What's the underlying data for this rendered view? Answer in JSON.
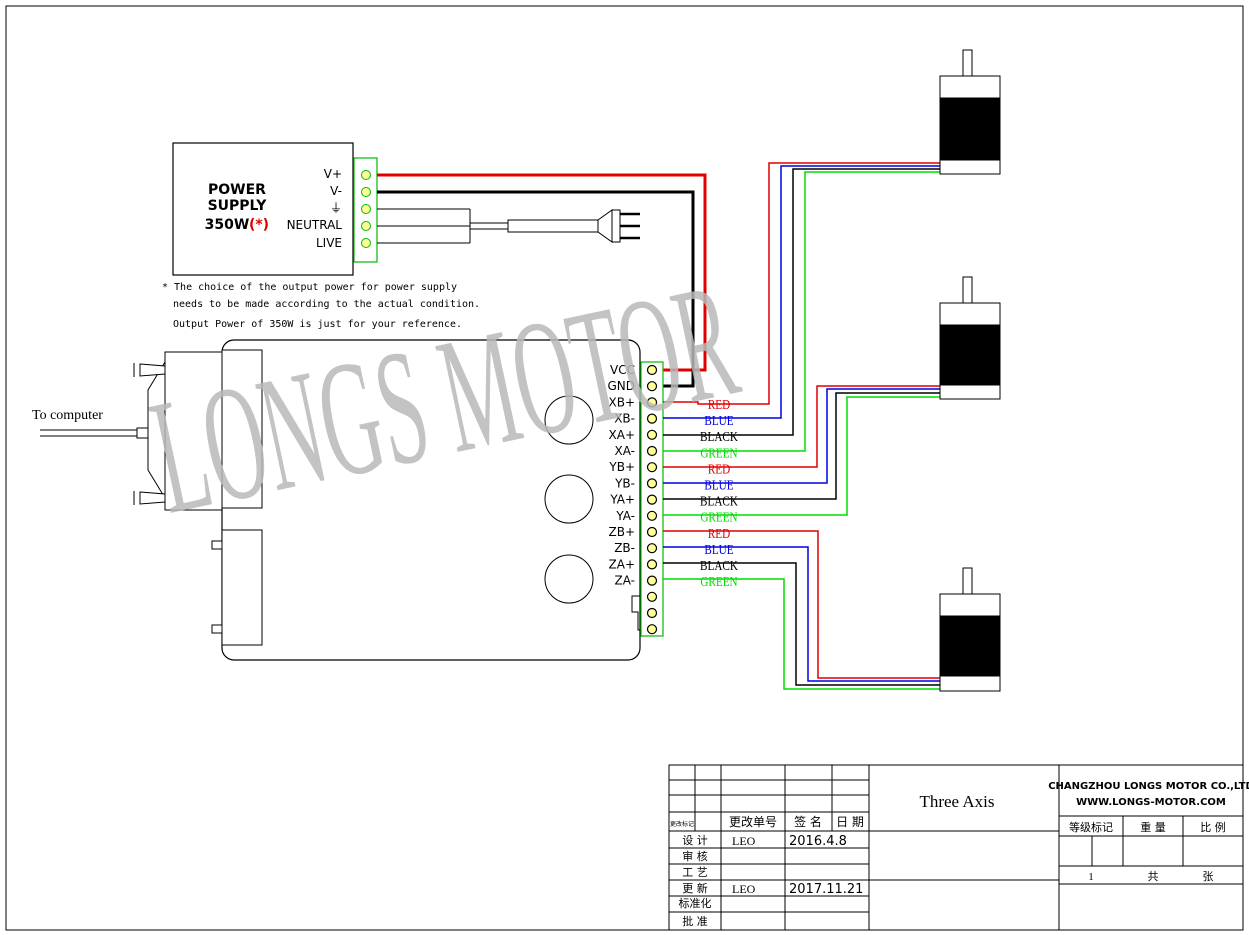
{
  "power_supply": {
    "title_line1": "POWER",
    "title_line2": "SUPPLY",
    "rating": "350W",
    "rating_mark": "(*)",
    "terminals": [
      "V+",
      "V-",
      "⏚",
      "NEUTRAL",
      "LIVE"
    ]
  },
  "note": {
    "line1": "* The choice of  the output power for power supply",
    "line2": "needs to be made according to the actual condition.",
    "line3": "Output Power of 350W is just for your reference."
  },
  "computer_label": "To computer",
  "watermark": "LONGS MOTOR",
  "driver_terminals": [
    "VCC",
    "GND",
    "XB+",
    "XB-",
    "XA+",
    "XA-",
    "YB+",
    "YB-",
    "YA+",
    "YA-",
    "ZB+",
    "ZB-",
    "ZA+",
    "ZA-"
  ],
  "wire_labels": [
    "RED",
    "BLUE",
    "BLACK",
    "GREEN",
    "RED",
    "BLUE",
    "BLACK",
    "GREEN",
    "RED",
    "BLUE",
    "BLACK",
    "GREEN"
  ],
  "colors": {
    "red": "#e00000",
    "blue": "#0000e0",
    "black": "#000000",
    "green": "#00dd00",
    "terminal_fill": "#ffff99",
    "terminal_border": "#00bb00",
    "watermark": "#b8b8b8"
  },
  "title_block": {
    "drawing_title": "Three Axis",
    "company": "CHANGZHOU LONGS MOTOR CO.,LTD",
    "website": "WWW.LONGS-MOTOR.COM",
    "mark_label": "更改标记",
    "change_no_label": "更改单号",
    "signature_label": "签  名",
    "date_label": "日 期",
    "design_label": "设   计",
    "review_label": "审   核",
    "process_label": "工   艺",
    "update_label": "更   新",
    "standard_label": "标准化",
    "approve_label": "批   准",
    "designer": "LEO",
    "design_date": "2016.4.8",
    "updater": "LEO",
    "update_date": "2017.11.21",
    "grade_label": "等级标记",
    "weight_label": "重  量",
    "scale_label": "比  例",
    "sheet_no": "1",
    "total_label": "共",
    "sheet_label": "张"
  }
}
